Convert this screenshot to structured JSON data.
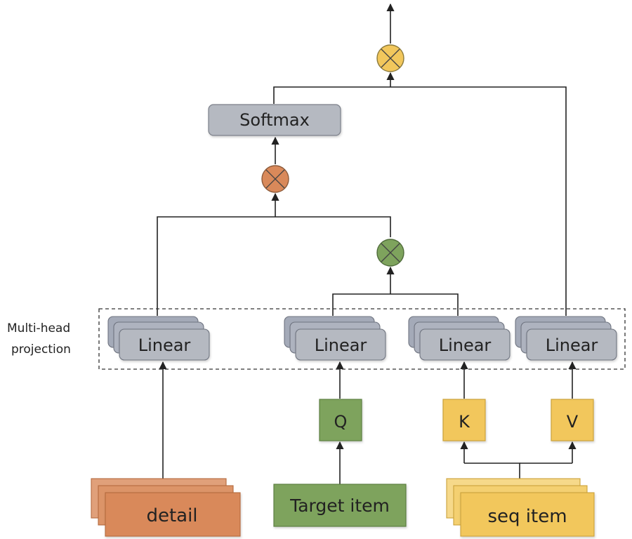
{
  "side_label": {
    "line1": "Multi-head",
    "line2": "projection"
  },
  "nodes": {
    "softmax": "Softmax",
    "linear_detail": "Linear",
    "linear_q": "Linear",
    "linear_k": "Linear",
    "linear_v": "Linear",
    "q": "Q",
    "k": "K",
    "v": "V",
    "detail": "detail",
    "target_item": "Target item",
    "seq_item": "seq item"
  },
  "colors": {
    "gray_box": "#b5b9c1",
    "gray_border": "#7c808a",
    "orange": "#d9895a",
    "orange_border": "#b46a3e",
    "green": "#7ea35d",
    "green_border": "#5d7f42",
    "yellow": "#f2c75c",
    "yellow_border": "#caa13a",
    "op_top": "#f2c75c",
    "op_mid": "#d9895a",
    "op_low": "#7ea35d",
    "line": "#222222"
  },
  "icons": {
    "multiply_operator": "circle-times-icon"
  }
}
